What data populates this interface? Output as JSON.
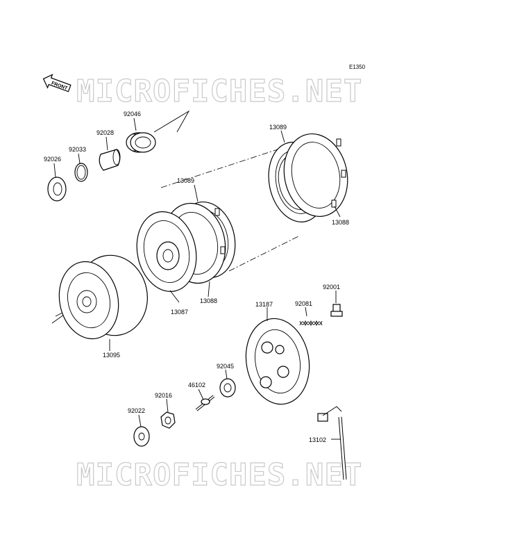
{
  "diagram_code": "E1350",
  "front_arrow_label": "FRONT",
  "watermark": "MICROFICHES.NET",
  "parts": [
    {
      "id": "92046",
      "name": "part-92046"
    },
    {
      "id": "92028",
      "name": "part-92028"
    },
    {
      "id": "92033",
      "name": "part-92033"
    },
    {
      "id": "92026",
      "name": "part-92026"
    },
    {
      "id": "13089",
      "name": "part-13089-upper"
    },
    {
      "id": "13089",
      "name": "part-13089-lower"
    },
    {
      "id": "13088",
      "name": "part-13088-right"
    },
    {
      "id": "13087",
      "name": "part-13087"
    },
    {
      "id": "13088",
      "name": "part-13088-center"
    },
    {
      "id": "13095",
      "name": "part-13095"
    },
    {
      "id": "92001",
      "name": "part-92001"
    },
    {
      "id": "13187",
      "name": "part-13187"
    },
    {
      "id": "92081",
      "name": "part-92081"
    },
    {
      "id": "92045",
      "name": "part-92045"
    },
    {
      "id": "46102",
      "name": "part-46102"
    },
    {
      "id": "92016",
      "name": "part-92016"
    },
    {
      "id": "92022",
      "name": "part-92022"
    },
    {
      "id": "13102",
      "name": "part-13102"
    }
  ]
}
